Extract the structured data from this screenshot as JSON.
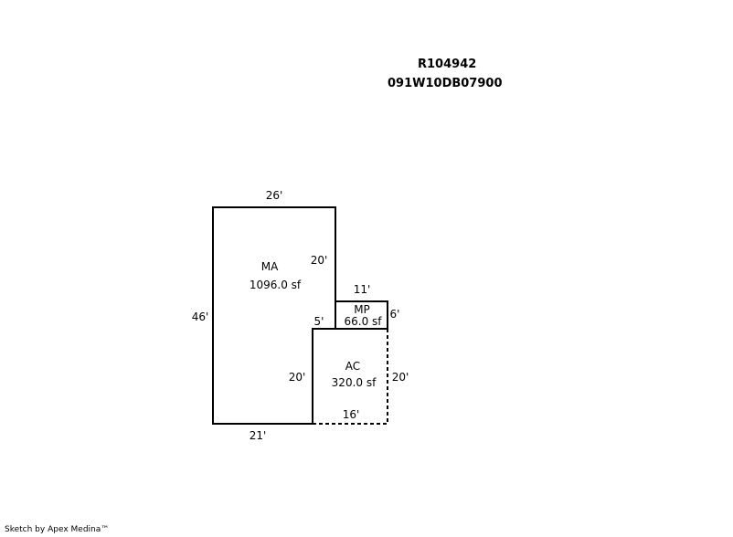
{
  "header": {
    "parcel_id": "R104942",
    "map_number": "091W10DB07900"
  },
  "areas": {
    "ma": {
      "code": "MA",
      "size": "1096.0 sf"
    },
    "mp": {
      "code": "MP",
      "size": "66.0 sf"
    },
    "ac": {
      "code": "AC",
      "size": "320.0 sf"
    }
  },
  "dimensions": {
    "ma_top": "26'",
    "ma_left": "46'",
    "ma_right_upper": "20'",
    "ma_bottom": "21'",
    "ma_notch": "5'",
    "mp_top": "11'",
    "mp_right": "6'",
    "ac_left": "20'",
    "ac_right": "20'",
    "ac_bottom": "16'"
  },
  "footer": {
    "credit": "Sketch by Apex Medina™"
  }
}
